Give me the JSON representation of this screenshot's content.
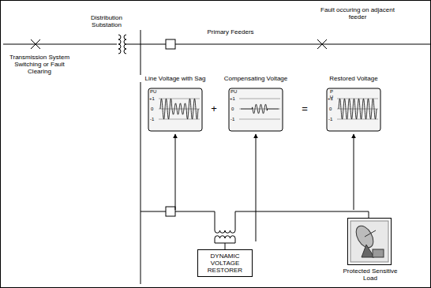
{
  "diagram": {
    "nodes": [
      {
        "text": [
          "Line Voltage with Sag"
        ]
      },
      {
        "text": [
          "Compensating Voltage"
        ]
      },
      {
        "text": [
          "Restored Voltage"
        ]
      },
      {
        "text": [
          "DYNAMIC VOLTAGE RESTORER"
        ]
      },
      {
        "text": [
          "Protected Sensitive Load"
        ]
      }
    ],
    "labels": [
      "Distribution Substation",
      "Transmission System Switching or Fault Clearing",
      "Fault occuring on adjacent feeder",
      "Primary Feeders",
      "PU",
      "+1",
      "0",
      "-1",
      "PU",
      "+1",
      "0",
      "-1",
      "PU",
      "+1",
      "0",
      "-1",
      "+",
      "="
    ]
  }
}
